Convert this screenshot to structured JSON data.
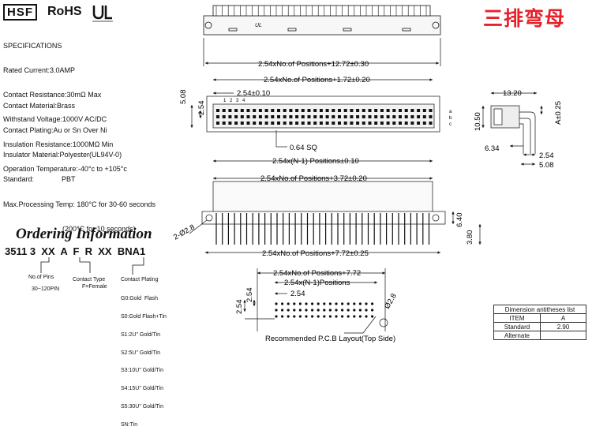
{
  "brand": {
    "hsf": "HSF",
    "rohs": "RoHS",
    "title_cn": "三排弯母"
  },
  "specs": {
    "heading": "SPECIFICATIONS",
    "lines": [
      "Rated Current:3.0AMP",
      "Contact Resistance:30mΩ Max",
      "Withstand Voltage:1000V AC/DC",
      "Insulation Resistance:1000MΩ Min",
      "Operation Temperature:-40°c to +105°c"
    ],
    "lines2": [
      "Contact Material:Brass",
      "Contact Plating:Au or Sn Over Ni",
      "Insulator Material:Polyester(UL94V-0)",
      "Standard:              PBT",
      "Max.Processing Temp: 180°C for 30-60 seconds",
      "                              (200°C for 10 seconds)"
    ]
  },
  "ordering": {
    "title": "Ordering Information",
    "part_number": "3511 3  XX  A  F  R  XX  BNA1",
    "pins_label": "No.of Pins",
    "pins_range": "30~120PIN",
    "contact_type_label": "Contact Type",
    "contact_type_value": "F=Female",
    "plating_label": "Contact Plating",
    "plating_options": [
      "G0:Gold  Flash",
      "S0:Gold Flash+Tin",
      "S1:2U\" Gold/Tin",
      "S2:5U\" Gold/Tin",
      "S3:10U\" Gold/Tin",
      "S4:15U\" Gold/Tin",
      "S5:30U\" Gold/Tin",
      "SN:Tin"
    ]
  },
  "dims": {
    "d1": "2.54xNo.of Positions+12.72±0.30",
    "d2": "2.54xNo.of Positions+1.72±0.20",
    "d3": "2.54±0.10",
    "d4": "0.64 SQ",
    "d5": "2.54x(N-1) Positions±0.10",
    "d6": "2.54xNo.of Positions+3.72±0.20",
    "d7": "2.54xNo.of Positions+7.72±0.25",
    "d8": "2-Ø2.8",
    "v1": "5.08",
    "v2": "2.54",
    "v3": "3.80",
    "v4": "6.40",
    "pin_nums": [
      "1",
      "2",
      "3",
      "4"
    ],
    "row_letters": [
      "a",
      "b",
      "c"
    ],
    "s1": "13.20",
    "s2": "A±0.25",
    "s3": "10.50",
    "s4": "6.34",
    "s5": "2.54",
    "s6": "5.08",
    "pcb1": "2.54xNo.of Positions+7.72",
    "pcb2": "2.54x(N-1)Positions",
    "pcb3": "2.54",
    "pcb_v1": "2.54",
    "pcb_v2": "2.54",
    "pcb_hole": "Ø2.8",
    "pcb_caption": "Recommended P.C.B Layout(Top Side)"
  },
  "dim_table": {
    "title": "Dimension antitheses list",
    "rows": [
      [
        "ITEM",
        "A"
      ],
      [
        "Standard",
        "2.90"
      ],
      [
        "Alternate",
        ""
      ]
    ]
  },
  "colors": {
    "accent_red": "#e8202a"
  }
}
